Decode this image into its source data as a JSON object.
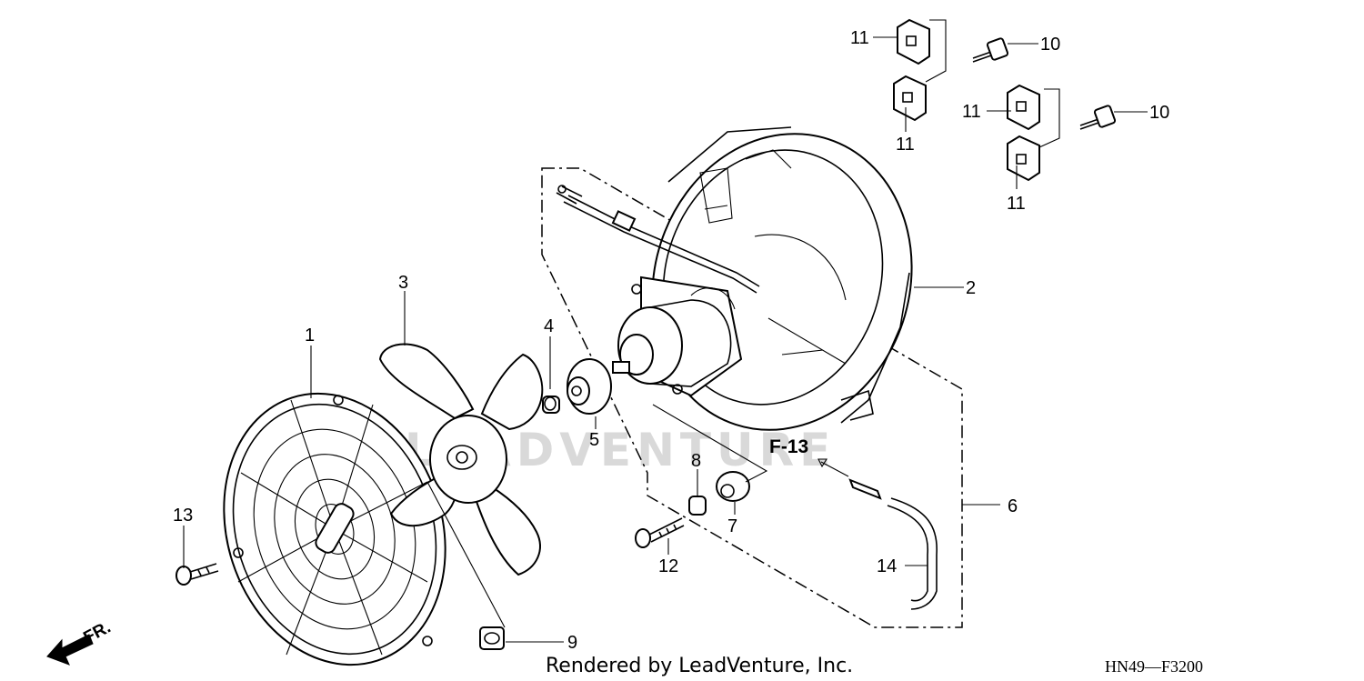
{
  "diagram": {
    "watermark": "LEADVENTURE",
    "reference": "F-13",
    "direction_label": "FR.",
    "credit": "Rendered by LeadVenture, Inc.",
    "code": "HN49—F3200",
    "callouts": {
      "c1": "1",
      "c2": "2",
      "c3": "3",
      "c4": "4",
      "c5": "5",
      "c6": "6",
      "c7": "7",
      "c8": "8",
      "c9": "9",
      "c10a": "10",
      "c10b": "10",
      "c11a": "11",
      "c11b": "11",
      "c11c": "11",
      "c11d": "11",
      "c12": "12",
      "c13": "13",
      "c14": "14"
    }
  }
}
